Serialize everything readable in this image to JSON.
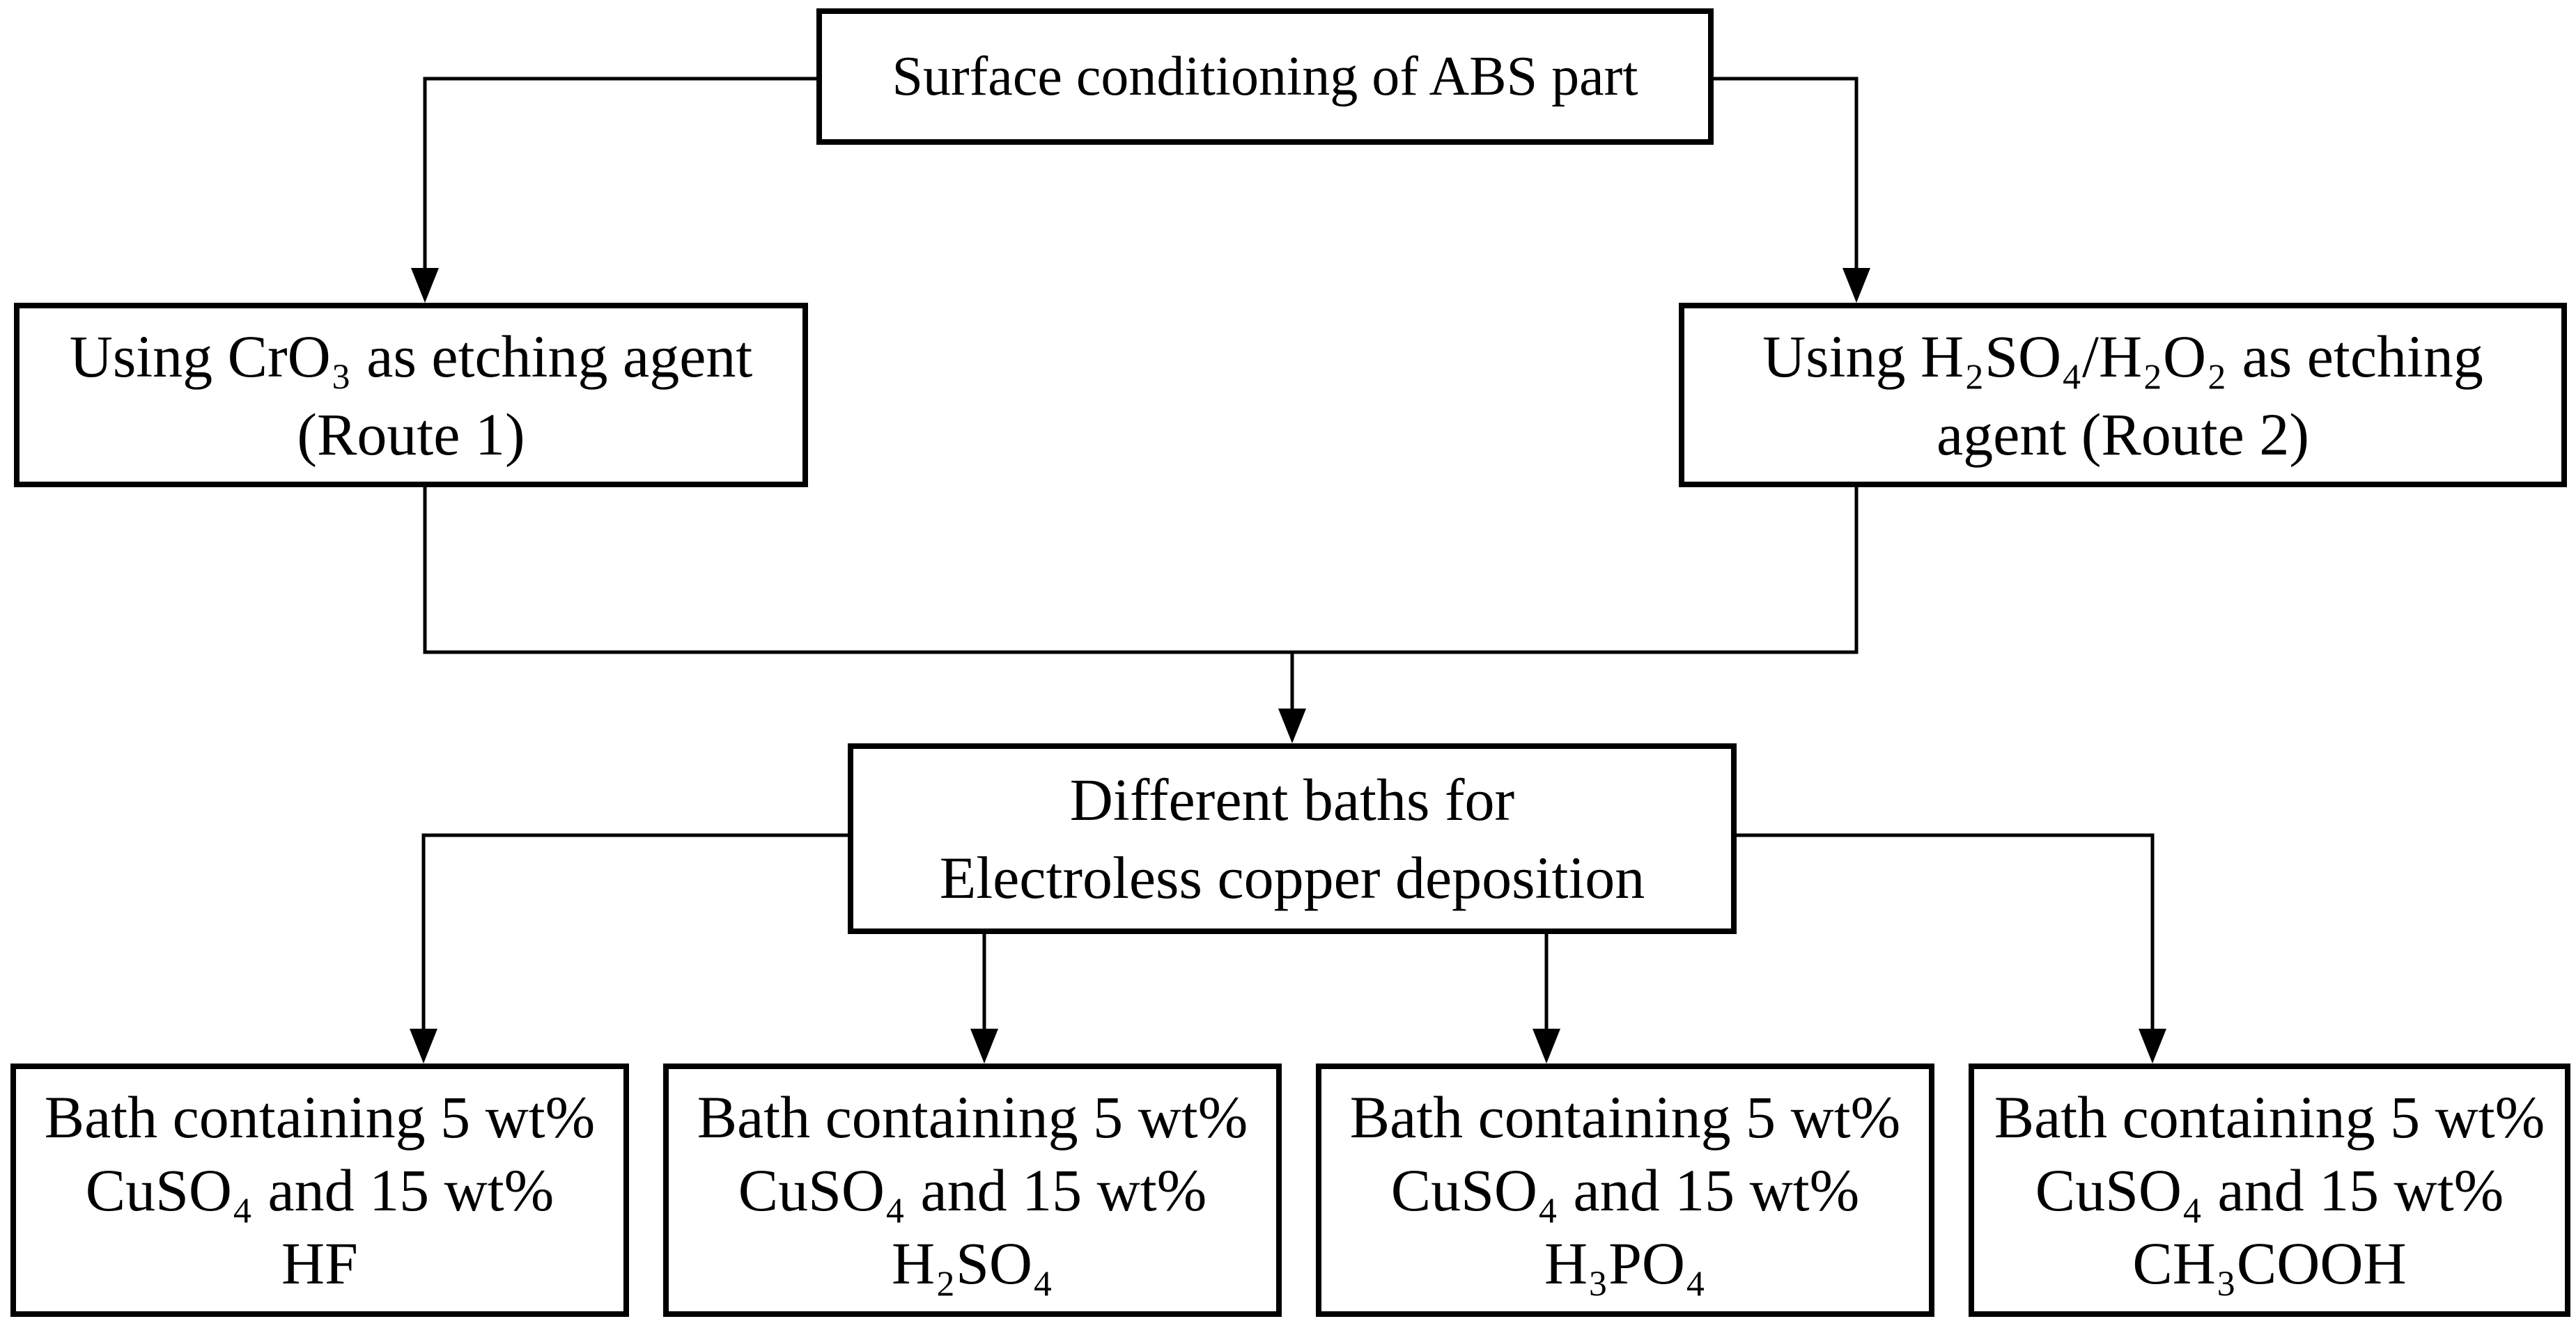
{
  "diagram": {
    "type": "flowchart",
    "background_color": "#ffffff",
    "line_color": "#000000",
    "text_color": "#000000",
    "box_fill_color": "#ffffff",
    "nodes": {
      "surface": {
        "lines": [
          "Surface conditioning of ABS part"
        ]
      },
      "route1": {
        "lines": [
          "Using CrO₃ as etching agent",
          "(Route 1)"
        ]
      },
      "route2": {
        "lines": [
          "Using H₂SO₄/H₂O₂ as etching",
          "agent (Route 2)"
        ]
      },
      "baths": {
        "lines": [
          "Different baths for",
          "Electroless copper deposition"
        ]
      },
      "bath_hf": {
        "lines": [
          "Bath containing 5 wt%",
          "CuSO₄ and 15 wt%",
          "HF"
        ]
      },
      "bath_h2so4": {
        "lines": [
          "Bath containing 5 wt%",
          "CuSO₄ and 15 wt%",
          "H₂SO₄"
        ]
      },
      "bath_h3po4": {
        "lines": [
          "Bath containing 5 wt%",
          "CuSO₄ and 15 wt%",
          "H₃PO₄"
        ]
      },
      "bath_ch3cooh": {
        "lines": [
          "Bath containing 5 wt%",
          "CuSO₄ and 15 wt%",
          "CH₃COOH"
        ]
      }
    }
  }
}
